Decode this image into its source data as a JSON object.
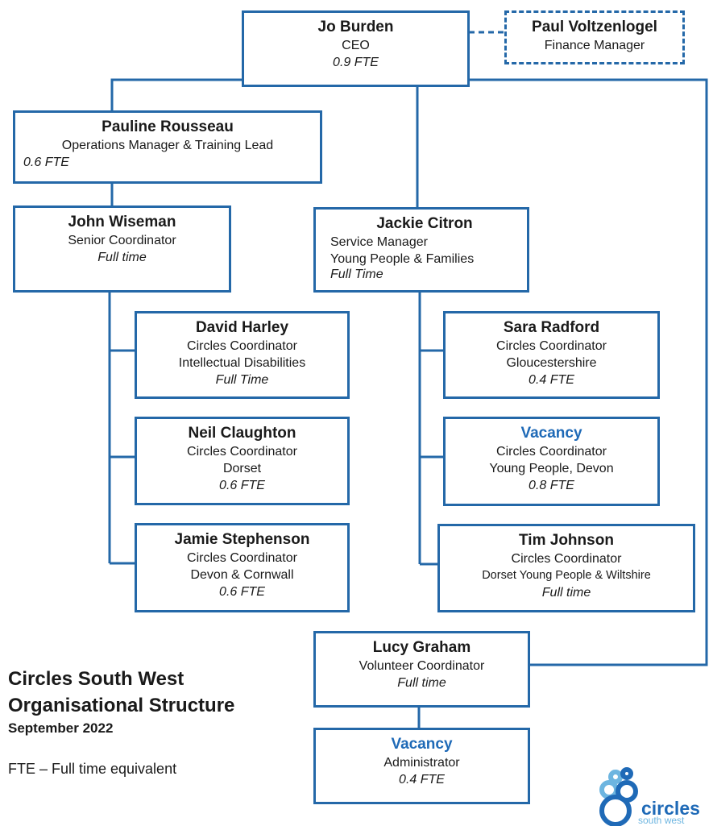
{
  "nodes": {
    "jo": {
      "name": "Jo Burden",
      "lines": [
        "CEO",
        "0.9 FTE"
      ]
    },
    "paul": {
      "name": "Paul Voltzenlogel",
      "lines": [
        "Finance Manager"
      ]
    },
    "pauline": {
      "name": "Pauline Rousseau",
      "lines": [
        "Operations Manager & Training Lead",
        "0.6 FTE"
      ]
    },
    "john": {
      "name": "John Wiseman",
      "lines": [
        "Senior Coordinator",
        "Full time"
      ]
    },
    "jackie": {
      "name": "Jackie Citron",
      "lines": [
        "Service Manager",
        "Young People & Families",
        "Full Time"
      ]
    },
    "david": {
      "name": "David Harley",
      "lines": [
        "Circles Coordinator",
        "Intellectual Disabilities",
        "Full Time"
      ]
    },
    "neil": {
      "name": "Neil Claughton",
      "lines": [
        "Circles Coordinator",
        "Dorset",
        "0.6 FTE"
      ]
    },
    "jamie": {
      "name": "Jamie Stephenson",
      "lines": [
        "Circles Coordinator",
        "Devon & Cornwall",
        "0.6 FTE"
      ]
    },
    "sara": {
      "name": "Sara Radford",
      "lines": [
        "Circles Coordinator",
        "Gloucestershire",
        "0.4 FTE"
      ]
    },
    "vacancy1": {
      "name": "Vacancy",
      "lines": [
        "Circles Coordinator",
        "Young People, Devon",
        "0.8 FTE"
      ]
    },
    "tim": {
      "name": "Tim Johnson",
      "lines": [
        "Circles Coordinator",
        "Dorset Young People & Wiltshire",
        "Full time"
      ]
    },
    "lucy": {
      "name": "Lucy Graham",
      "lines": [
        "Volunteer Coordinator",
        "Full time"
      ]
    },
    "vacancy2": {
      "name": "Vacancy",
      "lines": [
        "Administrator",
        "0.4 FTE"
      ]
    }
  },
  "title": {
    "line1": "Circles South West",
    "line2": "Organisational Structure",
    "date": "September 2022"
  },
  "legend": "FTE – Full time equivalent",
  "logo": {
    "text": "circles",
    "subtext": "south west"
  },
  "colors": {
    "line": "#2468a8",
    "vacancy": "#1f6ab7",
    "logo_dark": "#1f6ab7",
    "logo_light": "#6db5e0"
  }
}
